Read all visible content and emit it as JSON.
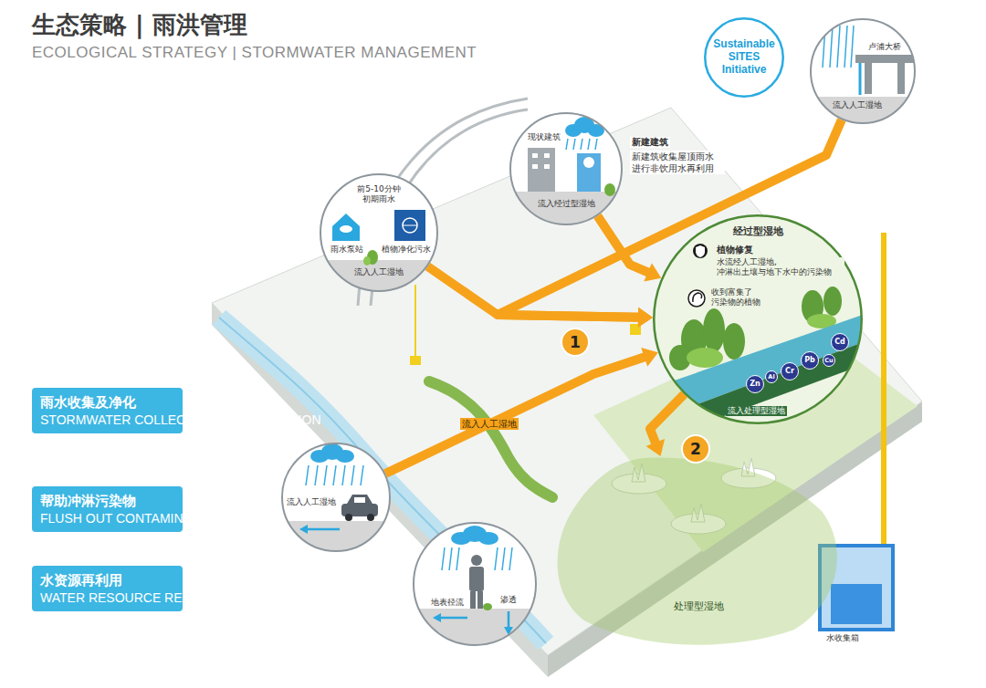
{
  "diagram": {
    "title": "生态策略 | 雨洪管理",
    "nodes": [
      {
        "text": [
          "Sustainable SITES Initiative"
        ]
      },
      {
        "text": [
          "前5-10分钟 初期雨水",
          "雨水泵站",
          "植物净化污水",
          "流入人工湿地"
        ]
      },
      {
        "text": [
          "现状建筑",
          "流入经过型湿地",
          "新建建筑",
          "新建筑收集屋顶雨水 进行非饮用水再利用"
        ]
      },
      {
        "text": [
          "卢浦大桥",
          "流入人工湿地"
        ]
      },
      {
        "text": [
          "经过型湿地",
          "植物修复",
          "水流经人工湿地, 冲淋出土壤与地下水中的污染物",
          "收到富集了 污染物的植物",
          "流入处理型湿地"
        ]
      },
      {
        "text": [
          "Cd"
        ],
        "in": 4
      },
      {
        "text": [
          "Cu"
        ],
        "in": 4
      },
      {
        "text": [
          "Pb"
        ],
        "in": 4
      },
      {
        "text": [
          "Cr"
        ],
        "in": 4
      },
      {
        "text": [
          "Zn"
        ],
        "in": 4
      },
      {
        "text": [
          "Al"
        ],
        "in": 4
      },
      {
        "text": [
          "1"
        ]
      },
      {
        "text": [
          "2"
        ]
      },
      {
        "text": [
          "雨水收集及净化",
          "STORMWATER COLLECTION & PURIFICATION"
        ]
      },
      {
        "text": [
          "帮助冲淋污染物",
          "FLUSH OUT CONTAMINATIONS"
        ]
      },
      {
        "text": [
          "水资源再利用",
          "WATER RESOURCE REUSE"
        ]
      },
      {
        "text": [
          "流入人工湿地"
        ]
      },
      {
        "text": [
          "地表径流",
          "渗透"
        ]
      },
      {
        "text": [
          "处理型湿地"
        ]
      }
    ],
    "edges": [
      {
        "from": 1,
        "to": 4,
        "arrow": "to"
      },
      {
        "from": 2,
        "to": 4,
        "arrow": "to"
      },
      {
        "from": 3,
        "to": 4,
        "arrow": "to"
      },
      {
        "from": 16,
        "to": 4,
        "arrow": "to",
        "label": "流入人工湿地"
      },
      {
        "from": 4,
        "to": 18,
        "arrow": "to"
      }
    ],
    "labels": [
      "ECOLOGICAL STRATEGY | STORMWATER MANAGEMENT",
      "水收集箱"
    ]
  }
}
